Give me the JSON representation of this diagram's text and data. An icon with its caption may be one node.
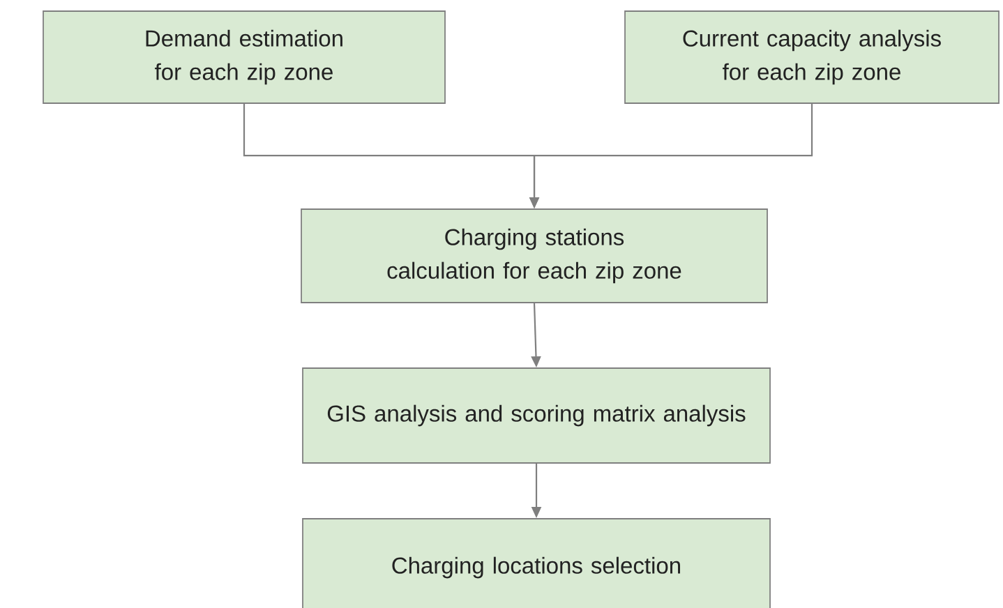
{
  "diagram": {
    "nodes": [
      {
        "text": [
          "Demand estimation for each zip zone"
        ]
      },
      {
        "text": [
          "Current capacity analysis for each zip zone"
        ]
      },
      {
        "text": [
          "Charging stations calculation for each zip zone"
        ]
      },
      {
        "text": [
          "GIS analysis and scoring matrix analysis"
        ]
      },
      {
        "text": [
          "Charging locations selection"
        ]
      }
    ],
    "edges": [
      {
        "from": 0,
        "to": 2,
        "arrow": "to"
      },
      {
        "from": 1,
        "to": 2,
        "arrow": "to"
      },
      {
        "from": 2,
        "to": 3,
        "arrow": "to"
      },
      {
        "from": 3,
        "to": 4,
        "arrow": "to"
      }
    ]
  }
}
